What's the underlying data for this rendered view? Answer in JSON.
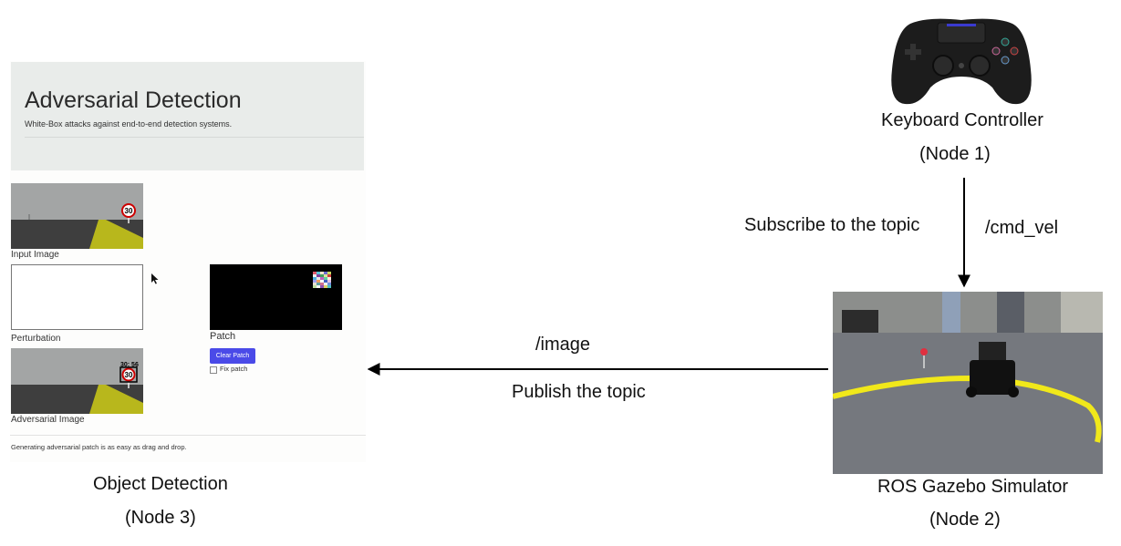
{
  "app": {
    "title": "Adversarial Detection",
    "subtitle": "White-Box attacks against end-to-end detection systems.",
    "input_caption": "Input Image",
    "perturbation_caption": "Perturbation",
    "adversarial_caption": "Adversarial Image",
    "patch_caption": "Patch",
    "clear_patch_label": "Clear Patch",
    "fix_patch_label": "Fix patch",
    "footer": "Generating adversarial patch is as easy as drag and drop.",
    "sign_value": "30",
    "detection_label": "30: 56"
  },
  "nodes": {
    "node1": {
      "name": "Keyboard Controller",
      "number": "(Node 1)"
    },
    "node2": {
      "name": "ROS Gazebo Simulator",
      "number": "(Node 2)"
    },
    "node3": {
      "name": "Object Detection",
      "number": "(Node 3)"
    }
  },
  "edges": {
    "subscribe": "Subscribe to the topic",
    "cmd_vel": "/cmd_vel",
    "image": "/image",
    "publish": "Publish the topic"
  },
  "colors": {
    "road_yellow": "#b8b71c",
    "tape_yellow": "#f1e81a",
    "clear_button": "#4a4ae8"
  },
  "icons": {
    "controller": "gamepad-icon",
    "cursor": "mouse-cursor-icon"
  }
}
